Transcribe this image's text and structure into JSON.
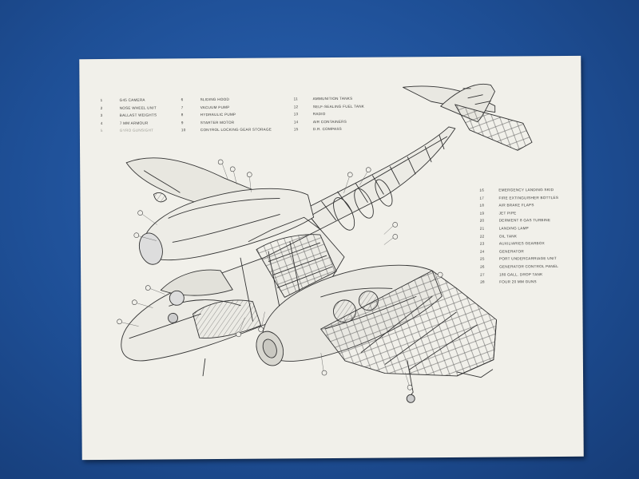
{
  "legend": {
    "column_1": [
      {
        "num": "1",
        "label": "G45 CAMERA"
      },
      {
        "num": "2",
        "label": "NOSE WHEEL UNIT"
      },
      {
        "num": "3",
        "label": "BALLAST WEIGHTS"
      },
      {
        "num": "4",
        "label": "7 mm ARMOUR"
      },
      {
        "num": "5",
        "label": "GYRO GUNSIGHT"
      }
    ],
    "column_2": [
      {
        "num": "6",
        "label": "SLIDING HOOD"
      },
      {
        "num": "7",
        "label": "VACUUM PUMP"
      },
      {
        "num": "8",
        "label": "HYDRAULIC PUMP"
      },
      {
        "num": "9",
        "label": "STARTER MOTOR"
      },
      {
        "num": "10",
        "label": "CONTROL LOCKING GEAR STORAGE"
      }
    ],
    "column_3": [
      {
        "num": "11",
        "label": "AMMUNITION TANKS"
      },
      {
        "num": "12",
        "label": "SELF-SEALING FUEL TANK"
      },
      {
        "num": "13",
        "label": "RADIO"
      },
      {
        "num": "14",
        "label": "AIR CONTAINERS"
      },
      {
        "num": "15",
        "label": "D.R. COMPASS"
      }
    ],
    "column_4": [
      {
        "num": "16",
        "label": "EMERGENCY LANDING SKID"
      },
      {
        "num": "17",
        "label": "FIRE EXTINGUISHER BOTTLES"
      },
      {
        "num": "18",
        "label": "AIR BRAKE FLAPS"
      },
      {
        "num": "19",
        "label": "JET PIPE"
      },
      {
        "num": "20",
        "label": "DERWENT 8 GAS TURBINE"
      },
      {
        "num": "21",
        "label": "LANDING LAMP"
      },
      {
        "num": "22",
        "label": "OIL TANK"
      },
      {
        "num": "23",
        "label": "AUXILIARIES GEARBOX"
      },
      {
        "num": "24",
        "label": "GENERATOR"
      },
      {
        "num": "25",
        "label": "PORT UNDERCARRIAGE UNIT"
      },
      {
        "num": "26",
        "label": "GENERATOR CONTROL PANEL"
      },
      {
        "num": "27",
        "label": "180 GALL. DROP TANK"
      },
      {
        "num": "28",
        "label": "FOUR 20 mm GUNS"
      }
    ]
  },
  "colors": {
    "background": "#1f4f95",
    "paper": "#f1f0ea",
    "ink": "#3a3a38"
  },
  "icons": {
    "callout_marker": "numbered-circle"
  }
}
